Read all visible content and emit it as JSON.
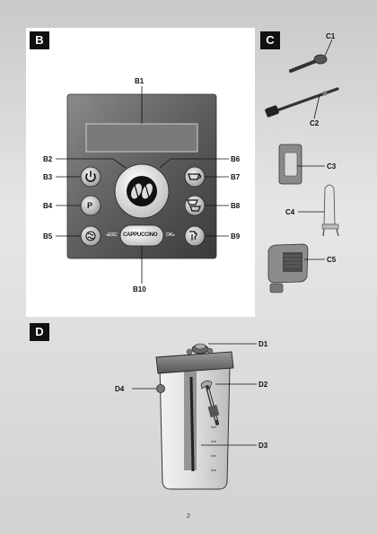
{
  "sections": {
    "b": "B",
    "c": "C",
    "d": "D"
  },
  "panel_b": {
    "labels": {
      "b1": "B1",
      "b2": "B2",
      "b3": "B3",
      "b4": "B4",
      "b5": "B5",
      "b6": "B6",
      "b7": "B7",
      "b8": "B8",
      "b9": "B9",
      "b10": "B10"
    },
    "buttons": {
      "p_label": "P",
      "cappuccino_label": "CAPPUCCINO",
      "esc_label": "◂ESC",
      "ok_label": "OK▸"
    }
  },
  "panel_c": {
    "labels": {
      "c1": "C1",
      "c2": "C2",
      "c3": "C3",
      "c4": "C4",
      "c5": "C5"
    }
  },
  "panel_d": {
    "labels": {
      "d1": "D1",
      "d2": "D2",
      "d3": "D3",
      "d4": "D4"
    }
  },
  "footer": {
    "page_number": "2"
  }
}
